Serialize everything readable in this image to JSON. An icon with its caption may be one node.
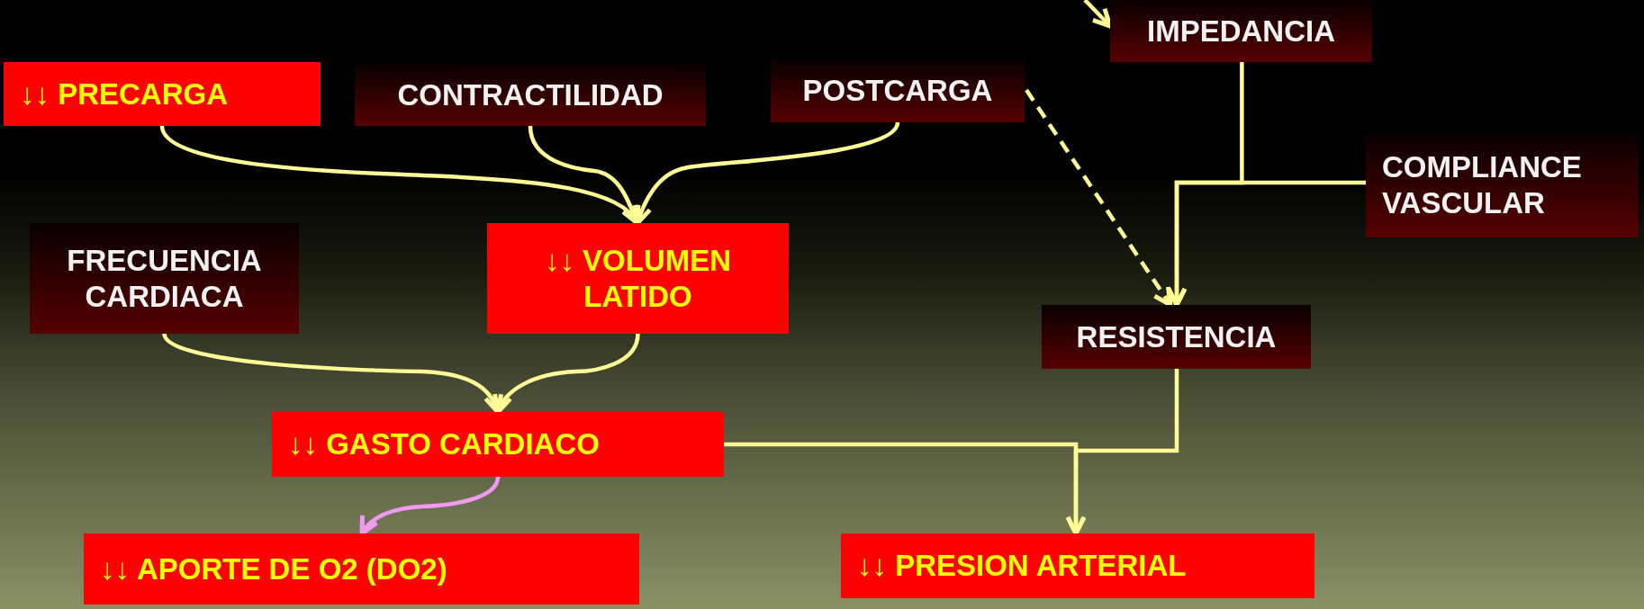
{
  "diagram": {
    "nodes": [
      {
        "text": [
          "↓↓ PRECARGA"
        ]
      },
      {
        "text": [
          "CONTRACTILIDAD"
        ]
      },
      {
        "text": [
          "POSTCARGA"
        ]
      },
      {
        "text": [
          "IMPEDANCIA"
        ]
      },
      {
        "text": [
          "COMPLIANCE VASCULAR"
        ]
      },
      {
        "text": [
          "FRECUENCIA CARDIACA"
        ]
      },
      {
        "text": [
          "↓↓ VOLUMEN LATIDO"
        ]
      },
      {
        "text": [
          "RESISTENCIA"
        ]
      },
      {
        "text": [
          "↓↓ GASTO CARDIACO"
        ]
      },
      {
        "text": [
          "↓↓ APORTE DE O2 (DO2)"
        ]
      },
      {
        "text": [
          "↓↓ PRESION ARTERIAL"
        ]
      }
    ],
    "edges": [
      {
        "from": null,
        "to": 3,
        "arrow": "to"
      },
      {
        "from": 0,
        "to": 6,
        "arrow": "to"
      },
      {
        "from": 1,
        "to": 6,
        "arrow": "to"
      },
      {
        "from": 2,
        "to": 6,
        "arrow": "to"
      },
      {
        "from": 2,
        "to": 7,
        "arrow": "to",
        "style": "dashed"
      },
      {
        "from": 3,
        "to": 7,
        "arrow": "to"
      },
      {
        "from": 4,
        "to": 7,
        "arrow": "to"
      },
      {
        "from": 5,
        "to": 8,
        "arrow": "to"
      },
      {
        "from": 6,
        "to": 8,
        "arrow": "to"
      },
      {
        "from": 8,
        "to": 9,
        "arrow": "to",
        "color": "#f29af2"
      },
      {
        "from": 8,
        "to": 10,
        "arrow": "to"
      },
      {
        "from": 7,
        "to": 10,
        "arrow": "to"
      }
    ]
  }
}
